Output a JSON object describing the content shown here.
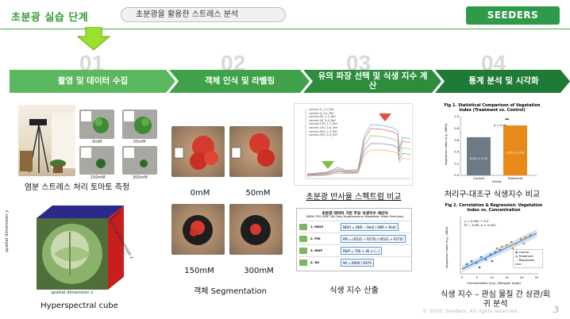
{
  "header": {
    "title": "초분광 실습 단계",
    "subtitle_pill": "초분광을 활용한 스트레스 분석",
    "brand": "SEEDERS"
  },
  "steps": [
    {
      "number": "01",
      "label": "촬영 및 데이터 수집"
    },
    {
      "number": "02",
      "label": "객체 인식 및 라벨링"
    },
    {
      "number": "03",
      "label": "유의 파장 선택 및 식생 지수 계산"
    },
    {
      "number": "04",
      "label": "통계 분석 및 시각화"
    }
  ],
  "col1": {
    "photo_labels": [
      "0mM",
      "50mM",
      "150mM",
      "300mM"
    ],
    "caption1": "염분 스트레스 처리 토마토 측정",
    "axis_y": "spatial dimension y",
    "axis_x": "spatial dimension x",
    "axis_z": "spectral dimension z",
    "caption2": "Hyperspectral cube"
  },
  "col2": {
    "labels": [
      "0mM",
      "50mM",
      "150mM",
      "300mM"
    ],
    "caption": "객체 Segmentation"
  },
  "col3": {
    "legend": [
      "control-0_1-2_Ref",
      "control-0_3-4_Ref",
      "control-50_1-2_Ref",
      "control-50_3-4_Ref",
      "control-150_1-2_Ref",
      "control-150_3-4_Ref",
      "control-300_1-2_Ref",
      "control-300_3-4_Ref"
    ],
    "caption1": "초분광 반사율 스펙트럼 비교",
    "table_title": "초분광 데이터 기반 주요 식생지수 계산식",
    "table_subtitle": "(NDVI, PRI, REIP, WI) (Key Hyperspectral Vegetation Index Formulas)",
    "rows": [
      {
        "name": "1. NDVI",
        "formula": "NDVI = (NIR − Red) / (NIR + Red)"
      },
      {
        "name": "2. PRI",
        "formula": "PRI = (R531 − R570) / (R531 + R570)"
      },
      {
        "name": "3. REIP",
        "formula": "REIP = 700 + 40 × (...)"
      },
      {
        "name": "4. WI",
        "formula": "WI = R900 / R970"
      }
    ],
    "caption2": "식생 지수 산출"
  },
  "col4": {
    "fig1_title": "Fig 1. Statistical Comparison of Vegetation Index (Treatment vs. Control)",
    "fig1_y": "Vegetation Index (e.g., NDVI)",
    "fig1_x": "Group",
    "fig1_sig": "**",
    "fig1_p": "p < 0.01",
    "fig1_bars": [
      {
        "name": "Control",
        "value": 0.65,
        "label": "0.65 ± 0.05",
        "color": "#6e7b86"
      },
      {
        "name": "Treatment",
        "value": 0.85,
        "label": "0.85 ± 0.04",
        "color": "#e88a1a"
      }
    ],
    "fig1_ylim": [
      0.0,
      1.0
    ],
    "caption1": "처리구-대조구 식생지수 비교",
    "fig2_title": "Fig 2. Correlation & Regression: Vegetation Index vs. Concentration",
    "fig2_eq": "y = 0.05x + 0.4",
    "fig2_r2": "R² = 0.85, p < 0.001",
    "fig2_y": "Vegetation Index (e.g., NDVI)",
    "fig2_x": "Concentration (e.g., Nitrogen mg/g)",
    "fig2_legend": [
      "Control",
      "Treatment",
      "Regression Line"
    ],
    "fig2_xticks": [
      "0",
      "5",
      "10",
      "15",
      "20",
      "25"
    ],
    "caption2": "식생 지수 – 관심 물질 간 상관/회귀 분석"
  },
  "footer": {
    "copyright": "© 2026, Seeders. All rights reserved.",
    "page": "3"
  }
}
